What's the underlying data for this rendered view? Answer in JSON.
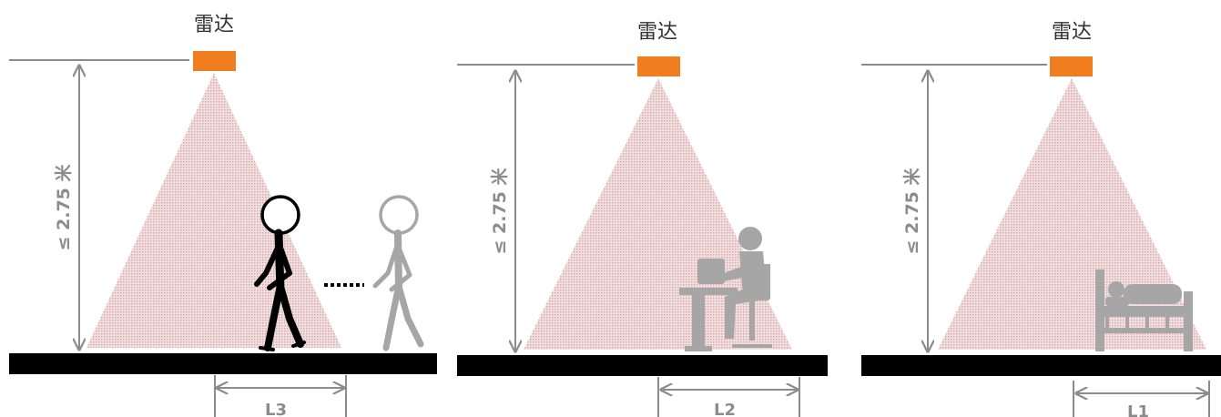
{
  "panels": [
    {
      "id": "walking",
      "radar_label": "雷达",
      "height_label": "≤ 2.75 米",
      "range_label": "L3",
      "scene": "walking-person"
    },
    {
      "id": "sitting",
      "radar_label": "雷达",
      "height_label": "≤ 2.75 米",
      "range_label": "L2",
      "scene": "sitting-person"
    },
    {
      "id": "lying",
      "radar_label": "雷达",
      "height_label": "≤ 2.75 米",
      "range_label": "L1",
      "scene": "lying-person"
    }
  ],
  "colors": {
    "radar": "#f07d1e",
    "beam": "#e9c9cc",
    "floor": "#000000",
    "dimension": "#8c8c8c",
    "figure_active": "#000000",
    "figure_ghost": "#a6a6a6"
  }
}
